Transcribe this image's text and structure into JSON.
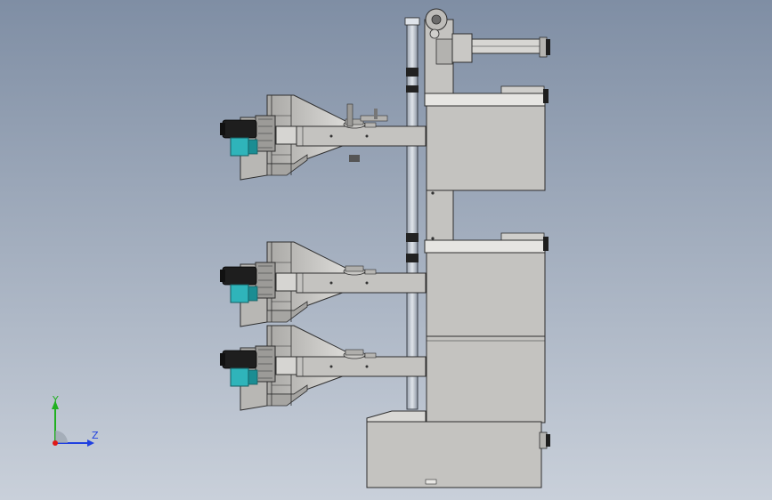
{
  "viewport": {
    "background_top": "#7f8ea4",
    "background_bottom": "#c9d0da"
  },
  "colors": {
    "body": "#c4c3c0",
    "body_dark": "#a6a5a2",
    "outline": "#2e2e2e",
    "motor_dark": "#1e1e1e",
    "motor_teal": "#2fb4ba",
    "hopper": "#d2d1ce",
    "tube": "#b9c2cf"
  },
  "axis_triad": {
    "y_label": "Y",
    "z_label": "Z",
    "y_color": "#20b020",
    "z_color": "#2040e0",
    "origin_color": "#e01818"
  },
  "assembly": {
    "feed_units": [
      "upper-feed-unit",
      "middle-feed-unit",
      "lower-feed-unit"
    ]
  }
}
